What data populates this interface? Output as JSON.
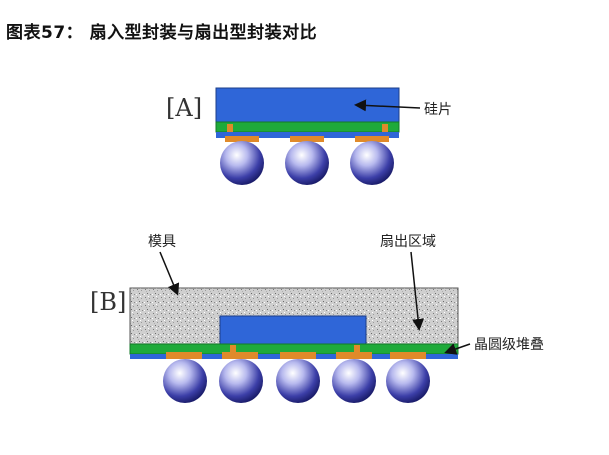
{
  "title": "图表57：  扇入型封装与扇出型封装对比",
  "labels": {
    "a_tag": "[A]",
    "b_tag": "[B]",
    "silicon": "硅片",
    "mold": "模具",
    "fanout_region": "扇出区域",
    "wafer_stack": "晶圆级堆叠"
  },
  "colors": {
    "die": "#2f66d8",
    "rdl_green": "#1faa3a",
    "pad_orange": "#e08a2a",
    "mold_gray": "#c9c9c9",
    "ball_blue": "#2b2f8a"
  }
}
